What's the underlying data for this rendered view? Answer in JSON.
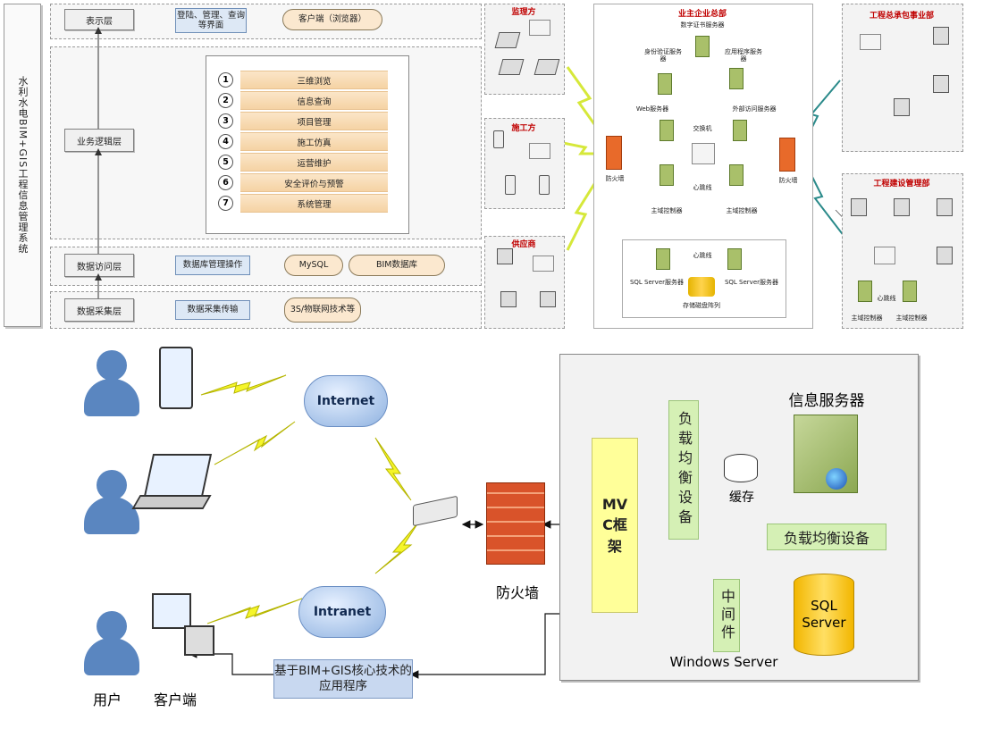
{
  "top": {
    "vertical_title": "水利水电BIM+GIS工程信息管理系统",
    "layers": {
      "presentation": {
        "label": "表示层",
        "box1": "登陆、管理、查询等界面",
        "box2": "客户端（浏览器）"
      },
      "business": {
        "label": "业务逻辑层"
      },
      "data_access": {
        "label": "数据访问层",
        "box1": "数据库管理操作",
        "db1": "MySQL",
        "db2": "BIM数据库"
      },
      "data_collect": {
        "label": "数据采集层",
        "box1": "数据采集传输",
        "box2": "3S/物联网技术等"
      }
    },
    "modules": [
      {
        "num": "1",
        "label": "三维浏览"
      },
      {
        "num": "2",
        "label": "信息查询"
      },
      {
        "num": "3",
        "label": "项目管理"
      },
      {
        "num": "4",
        "label": "施工仿真"
      },
      {
        "num": "5",
        "label": "运营维护"
      },
      {
        "num": "6",
        "label": "安全评价与预警"
      },
      {
        "num": "7",
        "label": "系统管理"
      }
    ],
    "network": {
      "supervisor": "监理方",
      "builder": "施工方",
      "supplier": "供应商",
      "hq": {
        "title": "业主企业总部",
        "cert_server": "数字证书服务器",
        "auth_server": "身份验证服务器",
        "app_server": "应用程序服务器",
        "web_server": "Web服务器",
        "ext_server": "外部访问服务器",
        "switch": "交换机",
        "heartbeat": "心跳线",
        "dc_left": "主域控制器",
        "dc_right": "主域控制器",
        "sql_heartbeat": "心跳线",
        "sql_left": "SQL Server服务器",
        "sql_right": "SQL Server服务器",
        "storage": "存储磁盘阵列"
      },
      "firewall_left": "防火墙",
      "firewall_right": "防火墙",
      "contractor": "工程总承包事业部",
      "construction_mgmt": {
        "title": "工程建设管理部",
        "heartbeat": "心跳线",
        "dc_left": "主域控制器",
        "dc_right": "主域控制器"
      }
    }
  },
  "bottom": {
    "internet": "Internet",
    "intranet": "Intranet",
    "firewall": "防火墙",
    "mvc": "MVC框架",
    "lb_vertical": "负载均衡设备",
    "cache": "缓存",
    "info_server": "信息服务器",
    "lb_horizontal": "负载均衡设备",
    "middleware": "中间件",
    "sql_server": "SQL Server",
    "windows_server": "Windows Server",
    "app": "基于BIM+GIS核心技术的应用程序",
    "user": "用户",
    "client": "客户端"
  }
}
